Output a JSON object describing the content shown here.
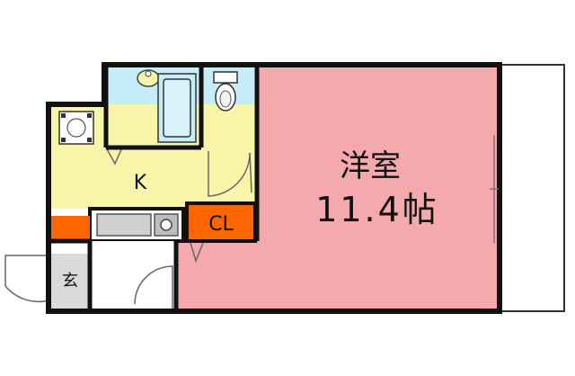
{
  "rooms": {
    "western_room": {
      "label": "洋室",
      "size": "11.4帖"
    },
    "kitchen": {
      "label": "K"
    },
    "closet": {
      "label": "CL"
    },
    "entrance": {
      "label": "玄"
    }
  },
  "colors": {
    "western_room": "#f4a9ad",
    "wet_area": "#c6ecf7",
    "kitchen": "#f8f4a8",
    "accent_orange": "#ff6600",
    "entrance_floor": "#d9d9d9",
    "balcony": "#ffffff",
    "wall": "#111111"
  },
  "icons": [
    "washbasin-icon",
    "bathtub-icon",
    "toilet-icon",
    "washing-machine-pan-icon",
    "sink-icon",
    "stove-icon"
  ]
}
